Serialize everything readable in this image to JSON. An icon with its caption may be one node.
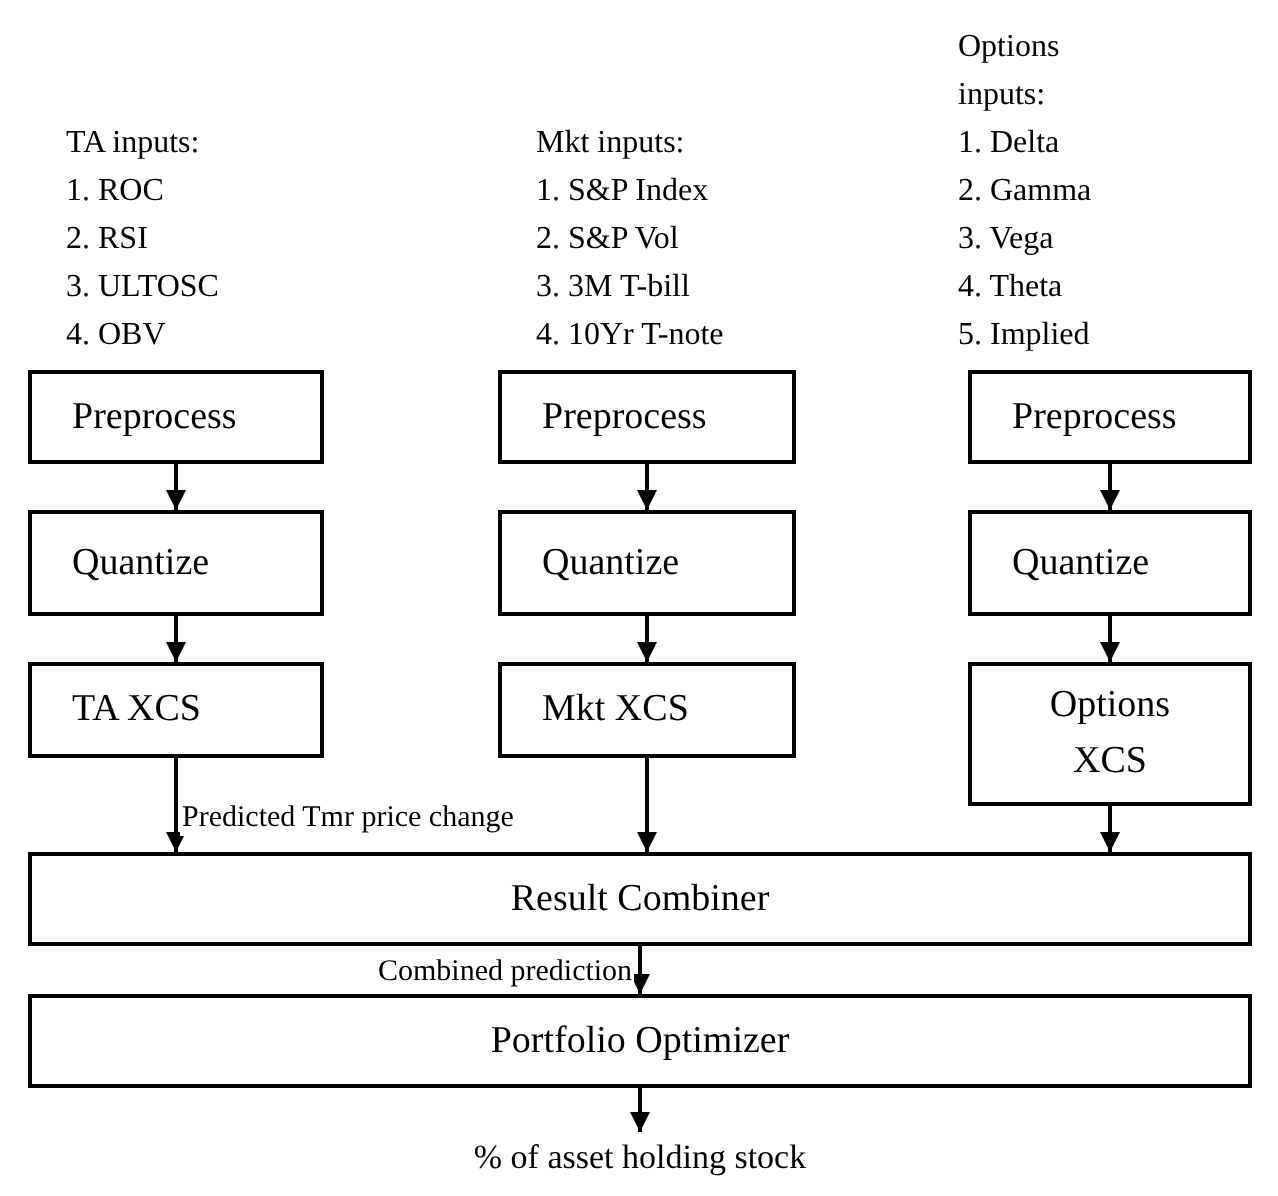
{
  "diagram": {
    "nodes": [
      {
        "text": [
          "Preprocess"
        ],
        "beside": [
          "TA inputs:",
          "1. ROC",
          "2. RSI",
          "3. ULTOSC",
          "4. OBV"
        ]
      },
      {
        "text": [
          "Preprocess"
        ],
        "beside": [
          "Mkt inputs:",
          "1. S&P Index",
          "2. S&P Vol",
          "3. 3M T-bill",
          "4. 10Yr T-note"
        ]
      },
      {
        "text": [
          "Preprocess"
        ],
        "beside": [
          "Options inputs:",
          "1. Delta",
          "2. Gamma",
          "3. Vega",
          "4. Theta",
          "5. Implied"
        ]
      },
      {
        "text": [
          "Quantize"
        ]
      },
      {
        "text": [
          "Quantize"
        ]
      },
      {
        "text": [
          "Quantize"
        ]
      },
      {
        "text": [
          "TA XCS"
        ]
      },
      {
        "text": [
          "Mkt XCS"
        ]
      },
      {
        "text": [
          "Options XCS"
        ]
      },
      {
        "text": [
          "Result Combiner"
        ]
      },
      {
        "text": [
          "Portfolio Optimizer"
        ]
      },
      {
        "text": [
          "% of asset holding stock"
        ]
      }
    ],
    "edges": [
      {
        "from": 0,
        "to": 3,
        "arrow": "to"
      },
      {
        "from": 1,
        "to": 4,
        "arrow": "to"
      },
      {
        "from": 2,
        "to": 5,
        "arrow": "to"
      },
      {
        "from": 3,
        "to": 6,
        "arrow": "to"
      },
      {
        "from": 4,
        "to": 7,
        "arrow": "to"
      },
      {
        "from": 5,
        "to": 8,
        "arrow": "to"
      },
      {
        "from": 6,
        "to": 9,
        "arrow": "to",
        "label": "Predicted Tmr price change"
      },
      {
        "from": 7,
        "to": 9,
        "arrow": "to"
      },
      {
        "from": 8,
        "to": 9,
        "arrow": "to"
      },
      {
        "from": 9,
        "to": 10,
        "arrow": "to",
        "label": "Combined prediction"
      },
      {
        "from": 10,
        "to": 11,
        "arrow": "to"
      }
    ]
  }
}
